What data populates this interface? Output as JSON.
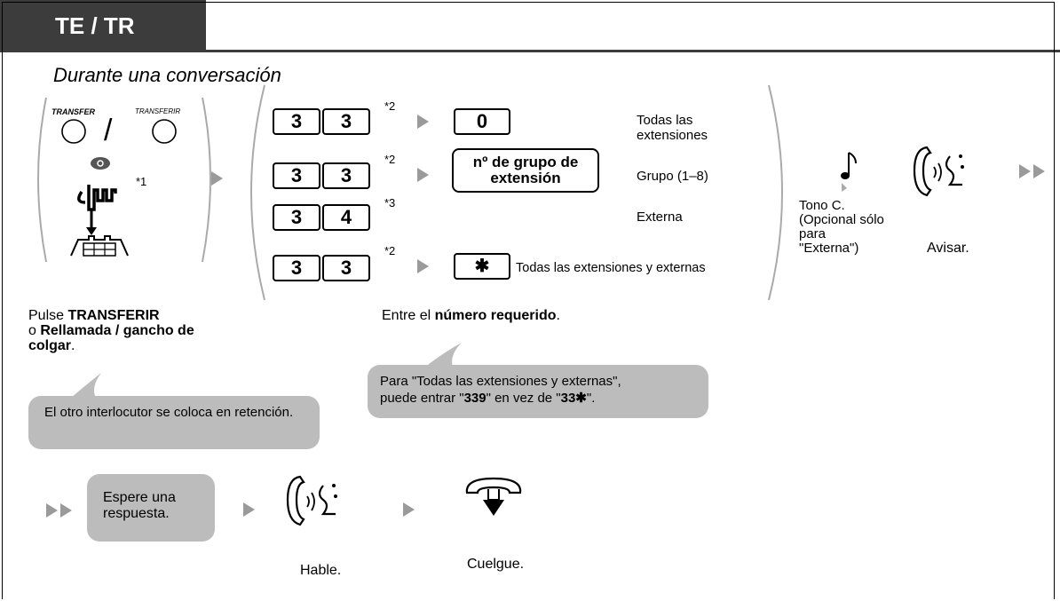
{
  "header": {
    "tab_label": "TE / TR"
  },
  "subtitle": "Durante una conversación",
  "step1": {
    "transfer_small": "TRANSFER",
    "transferir_small": "TRANSFERIR",
    "slash": "/",
    "note_marker": "*1",
    "caption_prefix": "Pulse ",
    "caption_bold1": "TRANSFERIR",
    "caption_mid": "o ",
    "caption_bold2": "Rellamada / gancho de colgar",
    "caption_end": ".",
    "bubble": "El otro interlocutor se coloca en retención."
  },
  "step2": {
    "rows": [
      {
        "keys": [
          "3",
          "3"
        ],
        "marker": "*2",
        "target_key": "0",
        "label": "Todas las extensiones"
      },
      {
        "keys": [
          "3",
          "3"
        ],
        "marker": "*2",
        "target_box": "nº de grupo de extensión",
        "label": "Grupo (1–8)"
      },
      {
        "keys": [
          "3",
          "4"
        ],
        "marker": "*3",
        "label": "Externa"
      },
      {
        "keys": [
          "3",
          "3"
        ],
        "marker": "*2",
        "target_key": "✱",
        "label": "Todas las extensiones y externas"
      }
    ],
    "caption_prefix": "Entre el ",
    "caption_bold": "número requerido",
    "caption_end": ".",
    "bubble_line1": "Para \"Todas las extensiones y externas\",",
    "bubble_line2_a": "puede entrar \"",
    "bubble_line2_b": "339",
    "bubble_line2_c": "\" en vez de \"",
    "bubble_line2_d": "33✱",
    "bubble_line2_e": "\"."
  },
  "step3": {
    "tone_caption": "Tono C. (Opcional sólo para \"Externa\")"
  },
  "step4": {
    "caption": "Avisar."
  },
  "row2": {
    "wait_bubble": "Espere una respuesta.",
    "talk_caption": "Hable.",
    "hangup_caption": "Cuelgue."
  },
  "colors": {
    "tab_bg": "#3c3c3c",
    "bubble_bg": "#bcbcbc",
    "arrow": "#9a9a9a"
  }
}
